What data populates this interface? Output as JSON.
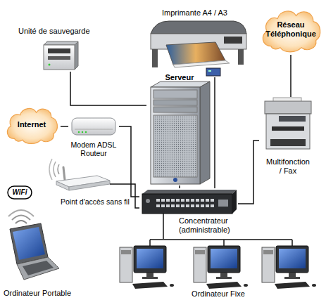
{
  "diagram": {
    "nodes": [
      {
        "text": [
          "Unité de sauvegarde"
        ]
      },
      {
        "text": [
          "Imprimante A4 / A3"
        ]
      },
      {
        "text": [
          "Réseau Téléphonique"
        ]
      },
      {
        "text": [
          "Serveur"
        ]
      },
      {
        "text": [
          "Internet"
        ]
      },
      {
        "text": [
          "Modem ADSL Routeur"
        ]
      },
      {
        "text": [
          "Multifonction / Fax"
        ]
      },
      {
        "text": [
          "Point d'accès sans fil"
        ]
      },
      {
        "text": [
          "Concentrateur (administrable)"
        ]
      },
      {
        "text": [
          "Ordinateur Portable"
        ]
      },
      {
        "text": [
          "Ordinateur Fixe"
        ]
      }
    ],
    "edges": [
      {
        "from": 0,
        "to": 3,
        "arrow": "none"
      },
      {
        "from": 1,
        "to": 8,
        "arrow": "none"
      },
      {
        "from": 2,
        "to": 6,
        "arrow": "none"
      },
      {
        "from": 4,
        "to": 5,
        "arrow": "none"
      },
      {
        "from": 5,
        "to": 8,
        "arrow": "none"
      },
      {
        "from": 7,
        "to": 8,
        "arrow": "none"
      },
      {
        "from": 3,
        "to": 8,
        "arrow": "none"
      },
      {
        "from": 6,
        "to": 8,
        "arrow": "none"
      },
      {
        "from": 8,
        "to": 10,
        "arrow": "none"
      }
    ],
    "labels": [
      "WiFi"
    ]
  }
}
